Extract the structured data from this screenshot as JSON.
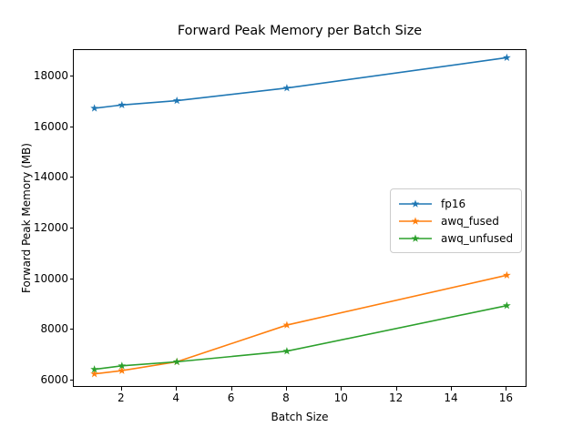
{
  "chart_data": {
    "type": "line",
    "title": "Forward Peak Memory per Batch Size",
    "xlabel": "Batch Size",
    "ylabel": "Forward Peak Memory (MB)",
    "x": [
      1,
      2,
      4,
      8,
      16
    ],
    "xlim": [
      0.25,
      16.75
    ],
    "ylim": [
      5700,
      19050
    ],
    "xticks": [
      2,
      4,
      6,
      8,
      10,
      12,
      14,
      16
    ],
    "xtick_labels": [
      "2",
      "4",
      "6",
      "8",
      "10",
      "12",
      "14",
      "16"
    ],
    "yticks": [
      6000,
      8000,
      10000,
      12000,
      14000,
      16000,
      18000
    ],
    "ytick_labels": [
      "6000",
      "8000",
      "10000",
      "12000",
      "14000",
      "16000",
      "18000"
    ],
    "grid": false,
    "legend_position": "center right",
    "marker": "star",
    "series": [
      {
        "name": "fp16",
        "color": "#1f77b4",
        "values": [
          16750,
          16880,
          17050,
          17550,
          18750
        ]
      },
      {
        "name": "awq_fused",
        "color": "#ff7f0e",
        "values": [
          6250,
          6380,
          6730,
          8180,
          10150
        ]
      },
      {
        "name": "awq_unfused",
        "color": "#2ca02c",
        "values": [
          6430,
          6570,
          6730,
          7150,
          8950
        ]
      }
    ]
  },
  "legend": {
    "items": [
      {
        "label": "fp16"
      },
      {
        "label": "awq_fused"
      },
      {
        "label": "awq_unfused"
      }
    ]
  }
}
